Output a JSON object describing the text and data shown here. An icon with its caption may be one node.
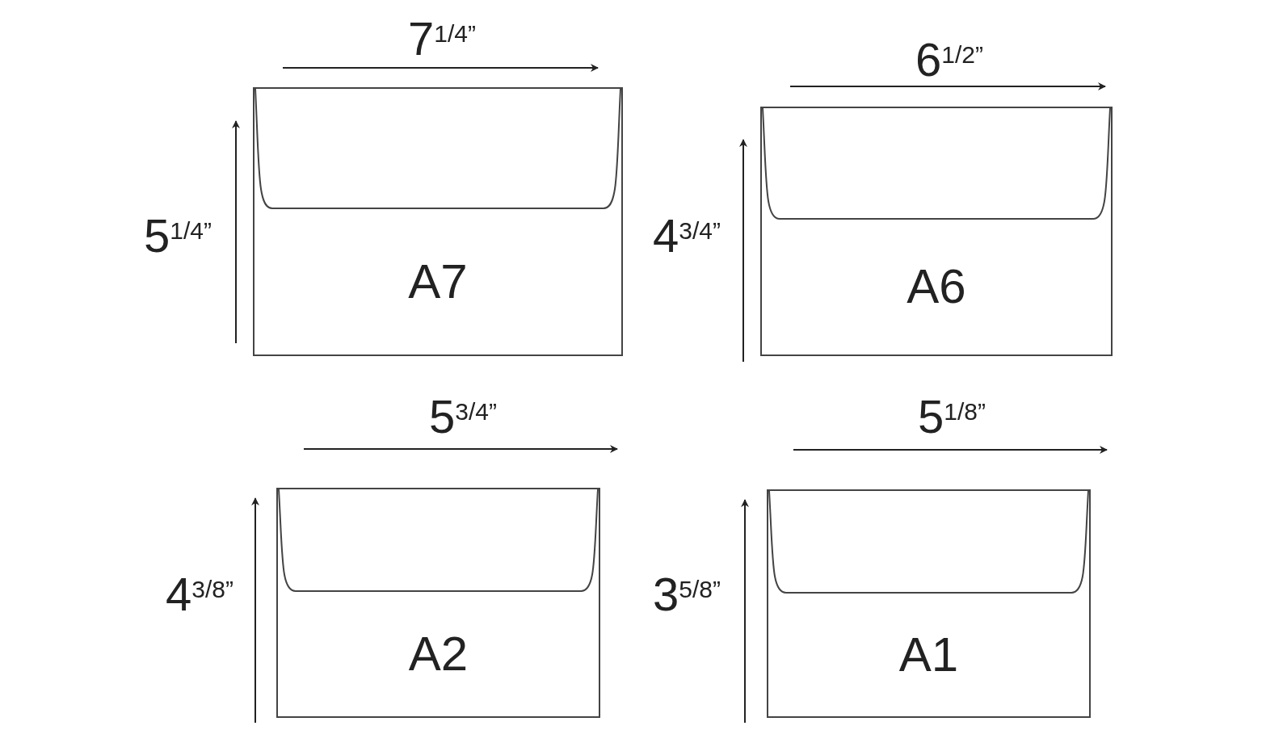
{
  "diagram": {
    "nodes": [
      {
        "text": [
          "A7"
        ]
      },
      {
        "text": [
          "A6"
        ]
      },
      {
        "text": [
          "A2"
        ]
      },
      {
        "text": [
          "A1"
        ]
      }
    ],
    "labels": [
      "7$^{1/4”}$",
      "6$^{1/2”}$",
      "5$^{1/4”}$",
      "4$^{3/4”}$",
      "5$^{3/4”}$",
      "5$^{1/8”}$",
      "4$^{3/8”}$",
      "3$^{5/8”}$"
    ]
  }
}
